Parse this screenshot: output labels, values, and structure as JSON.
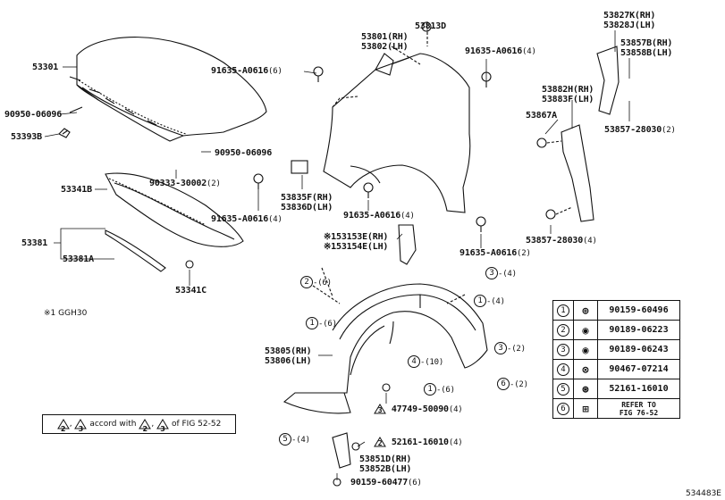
{
  "labels": {
    "l53301": "53301",
    "l90950a": "90950-06096",
    "l53393b": "53393B",
    "l90950b": "90950-06096",
    "l90333": "90333-30002",
    "l90333q": "(2)",
    "l53341b": "53341B",
    "l53381": "53381",
    "l53381a": "53381A",
    "l53341c": "53341C",
    "l53801": "53801(RH)",
    "l53802": "53802(LH)",
    "l53813d": "53813D",
    "l91635a": "91635-A0616",
    "l91635aq": "(6)",
    "l91635b": "91635-A0616",
    "l91635bq": "(4)",
    "l53835f": "53835F(RH)",
    "l53836d": "53836D(LH)",
    "l91635c": "91635-A0616",
    "l91635cq": "(4)",
    "l91635d": "91635-A0616",
    "l91635dq": "(4)",
    "l91635e": "91635-A0616",
    "l91635eq": "(2)",
    "l53827k": "53827K(RH)",
    "l53828j": "53828J(LH)",
    "l53857b": "53857B(RH)",
    "l53858b": "53858B(LH)",
    "l53882h": "53882H(RH)",
    "l53883f": "53883F(LH)",
    "l53867a": "53867A",
    "l53857a": "53857-28030",
    "l53857aq": "(2)",
    "l53857b2": "53857-28030",
    "l53857b2q": "(4)",
    "l53153e": "※153153E(RH)",
    "l53154e": "※153154E(LH)",
    "l53805": "53805(RH)",
    "l53806": "53806(LH)",
    "l47749": "47749-50090",
    "l47749q": "(4)",
    "l52161": "52161-16010",
    "l52161q": "(4)",
    "l53851d": "53851D(RH)",
    "l53852b": "53852B(LH)",
    "l90159": "90159-60477",
    "l90159q": "(6)"
  },
  "callouts": {
    "c2a_num": "2",
    "c2a_q": "-(6)",
    "c1a_num": "1",
    "c1a_q": "-(6)",
    "c4a_num": "4",
    "c4a_q": "-(10)",
    "c3a_num": "3",
    "c3a_q": "-(4)",
    "c1b_num": "1",
    "c1b_q": "-(4)",
    "c3b_num": "3",
    "c3b_q": "-(2)",
    "c1c_num": "1",
    "c1c_q": "-(6)",
    "c6a_num": "6",
    "c6a_q": "-(2)",
    "c5a_num": "5",
    "c5a_q": "-(4)",
    "t3_num": "3",
    "t2_num": "2"
  },
  "gghnote": "※1 GGH30",
  "note": {
    "n2": "2",
    "sep": ",",
    "n3": "3",
    "mid": "accord with",
    "n2b": "2",
    "sepb": ",",
    "n3b": "3",
    "tail": "of FIG 52-52"
  },
  "legend": [
    {
      "num": "1",
      "part": "90159-60496"
    },
    {
      "num": "2",
      "part": "90189-06223"
    },
    {
      "num": "3",
      "part": "90189-06243"
    },
    {
      "num": "4",
      "part": "90467-07214"
    },
    {
      "num": "5",
      "part": "52161-16010"
    },
    {
      "num": "6",
      "part": "REFER TO",
      "part2": "FIG 76-52"
    }
  ],
  "figure_id": "534483E"
}
